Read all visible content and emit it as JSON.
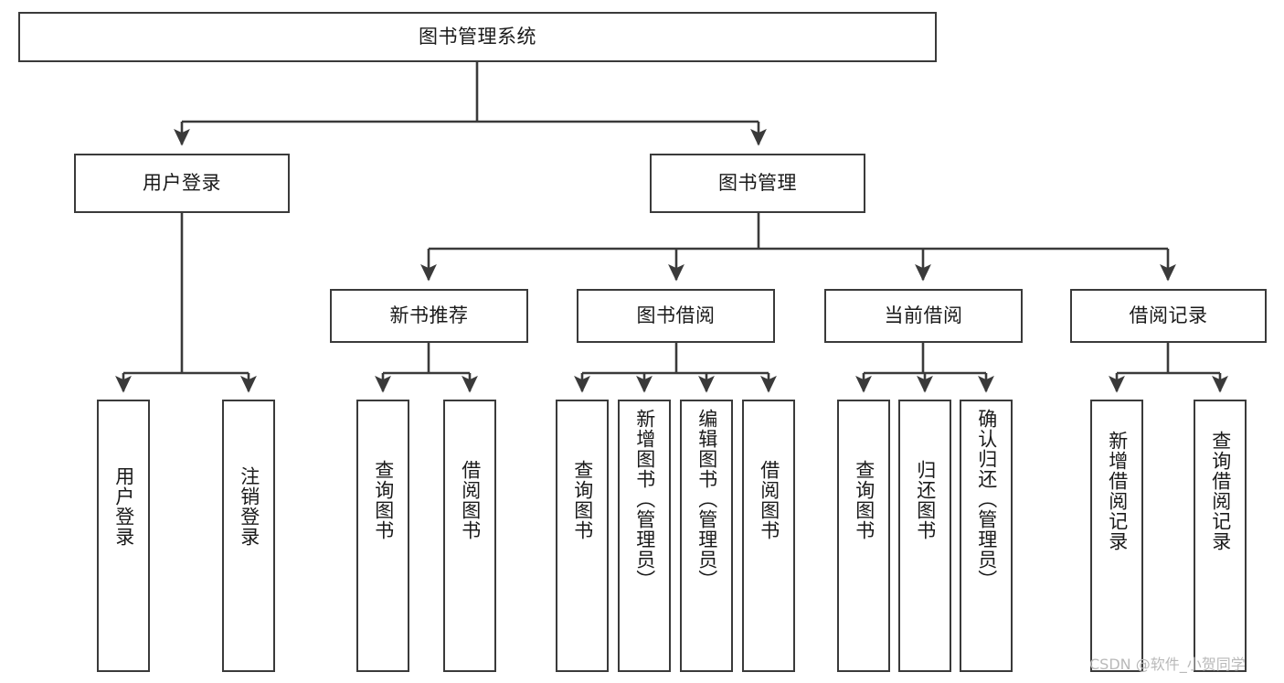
{
  "diagram": {
    "title": "图书管理系统",
    "type": "hierarchy-tree",
    "edge_color": "#3a3a3a",
    "node_border_color": "#3a3a3a",
    "node_fill_color": "#ffffff",
    "text_color": "#1a1a1a"
  },
  "nodes": {
    "root": {
      "label": "图书管理系统"
    },
    "level1": [
      {
        "label": "用户登录"
      },
      {
        "label": "图书管理"
      }
    ],
    "level2": [
      {
        "label": "新书推荐"
      },
      {
        "label": "图书借阅"
      },
      {
        "label": "当前借阅"
      },
      {
        "label": "借阅记录"
      }
    ],
    "login_leaves": [
      {
        "label": "用户登录"
      },
      {
        "label": "注销登录"
      }
    ],
    "recommend_leaves": [
      {
        "label": "查询图书"
      },
      {
        "label": "借阅图书"
      }
    ],
    "borrow_leaves": [
      {
        "label": "查询图书"
      },
      {
        "label": "新增图书（管理员）"
      },
      {
        "label": "编辑图书（管理员）"
      },
      {
        "label": "借阅图书"
      }
    ],
    "current_leaves": [
      {
        "label": "查询图书"
      },
      {
        "label": "归还图书"
      },
      {
        "label": "确认归还（管理员）"
      }
    ],
    "record_leaves": [
      {
        "label": "新增借阅记录"
      },
      {
        "label": "查询借阅记录"
      }
    ]
  },
  "watermark": {
    "text": "CSDN @软件_小贺同学"
  }
}
